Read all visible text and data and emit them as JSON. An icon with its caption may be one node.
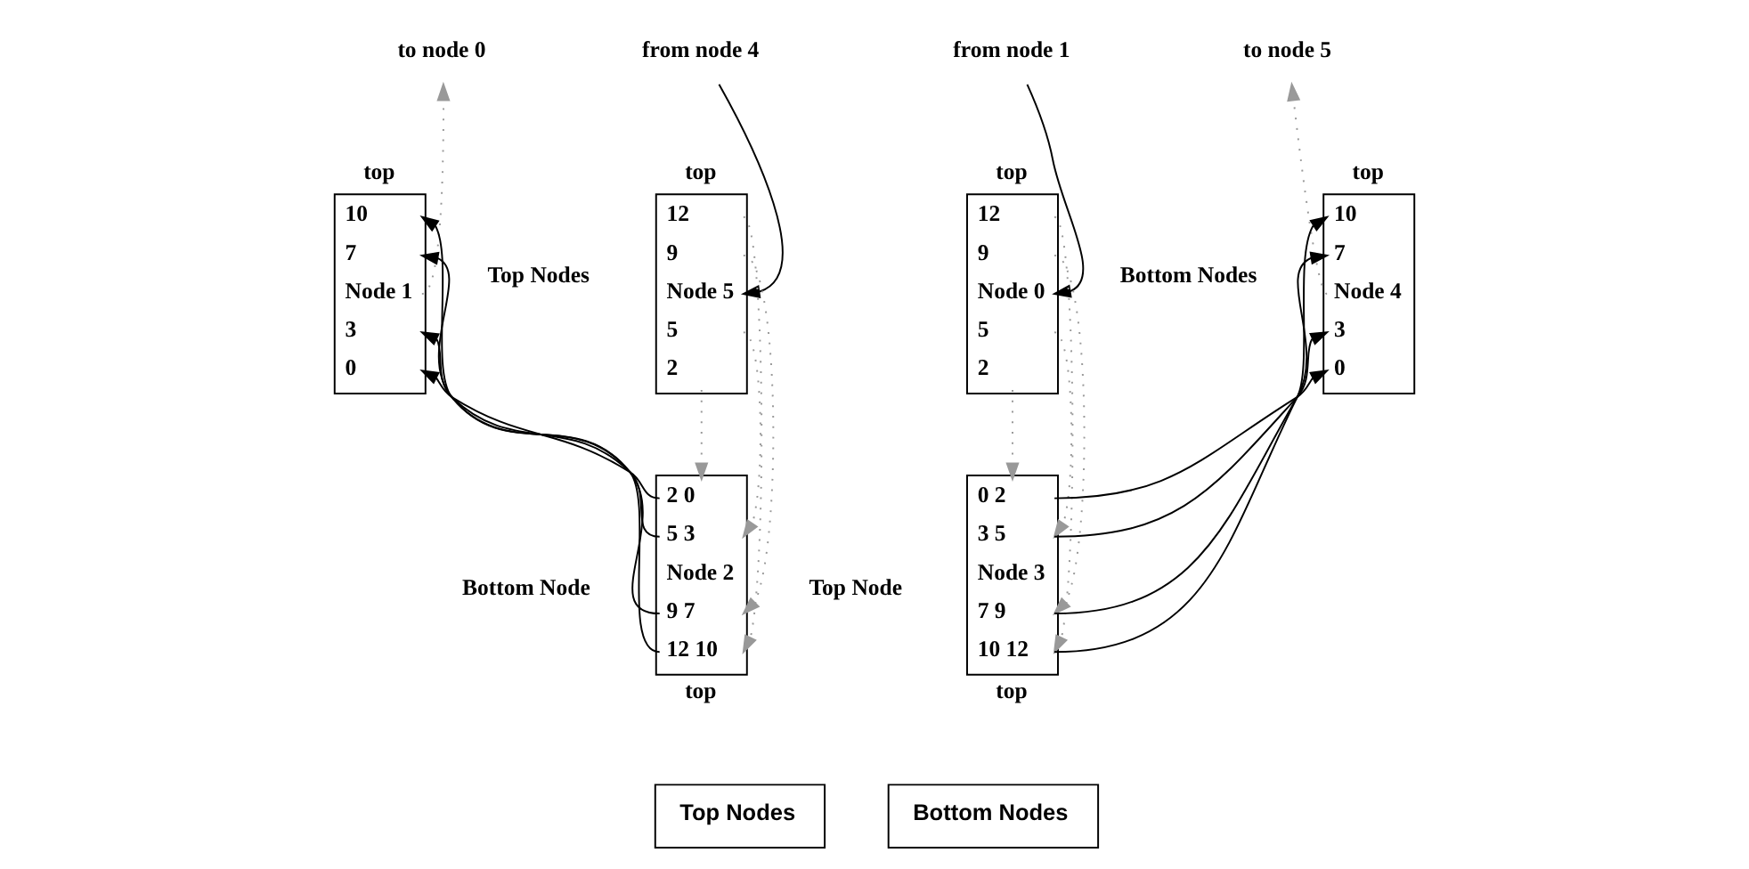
{
  "diagram": {
    "nodes": [
      {
        "text": [
          "to node 0"
        ]
      },
      {
        "text": [
          "from node 4"
        ]
      },
      {
        "text": [
          "from node 1"
        ]
      },
      {
        "text": [
          "to node 5"
        ]
      },
      {
        "text": [
          "top",
          "10",
          "7",
          "Node 1",
          "3",
          "0"
        ]
      },
      {
        "text": [
          "top",
          "12",
          "9",
          "Node 5",
          "5",
          "2"
        ]
      },
      {
        "text": [
          "top",
          "12",
          "9",
          "Node 0",
          "5",
          "2"
        ]
      },
      {
        "text": [
          "top",
          "10",
          "7",
          "Node 4",
          "3",
          "0"
        ]
      },
      {
        "text": [
          "2 0",
          "5 3",
          "Node 2",
          "9 7",
          "12 10",
          "top"
        ],
        "beside": [
          "Bottom Node"
        ]
      },
      {
        "text": [
          "0 2",
          "3 5",
          "Node 3",
          "7 9",
          "10 12",
          "top"
        ],
        "beside": [
          "Top Node"
        ]
      },
      {
        "text": [
          "Top Nodes"
        ]
      },
      {
        "text": [
          "Bottom Nodes"
        ]
      }
    ],
    "edges": [
      {
        "from": 4,
        "to": 0,
        "arrow": "to",
        "style": "dashed",
        "color": "#999999"
      },
      {
        "from": 1,
        "to": 5,
        "arrow": "to",
        "color": "#000000"
      },
      {
        "from": 8,
        "to": 4,
        "arrow": "to",
        "color": "#000000"
      },
      {
        "from": 8,
        "to": 4,
        "arrow": "to",
        "color": "#000000"
      },
      {
        "from": 8,
        "to": 4,
        "arrow": "to",
        "color": "#000000"
      },
      {
        "from": 8,
        "to": 4,
        "arrow": "to",
        "color": "#000000"
      },
      {
        "from": 5,
        "to": 8,
        "arrow": "to",
        "style": "dashed",
        "color": "#999999"
      },
      {
        "from": 5,
        "to": 8,
        "arrow": "to",
        "style": "dashed",
        "color": "#999999"
      },
      {
        "from": 5,
        "to": 8,
        "arrow": "to",
        "style": "dashed",
        "color": "#999999"
      },
      {
        "from": 5,
        "to": 8,
        "arrow": "to",
        "style": "dashed",
        "color": "#999999"
      },
      {
        "from": 2,
        "to": 6,
        "arrow": "to",
        "color": "#000000"
      },
      {
        "from": 7,
        "to": 3,
        "arrow": "to",
        "style": "dashed",
        "color": "#999999"
      },
      {
        "from": 6,
        "to": 9,
        "arrow": "to",
        "style": "dashed",
        "color": "#999999"
      },
      {
        "from": 6,
        "to": 9,
        "arrow": "to",
        "style": "dashed",
        "color": "#999999"
      },
      {
        "from": 6,
        "to": 9,
        "arrow": "to",
        "style": "dashed",
        "color": "#999999"
      },
      {
        "from": 6,
        "to": 9,
        "arrow": "to",
        "style": "dashed",
        "color": "#999999"
      },
      {
        "from": 9,
        "to": 7,
        "arrow": "to",
        "color": "#000000"
      },
      {
        "from": 9,
        "to": 7,
        "arrow": "to",
        "color": "#000000"
      },
      {
        "from": 9,
        "to": 7,
        "arrow": "to",
        "color": "#000000"
      },
      {
        "from": 9,
        "to": 7,
        "arrow": "to",
        "color": "#000000"
      }
    ],
    "labels": [
      "Top Nodes",
      "Bottom Nodes"
    ]
  }
}
